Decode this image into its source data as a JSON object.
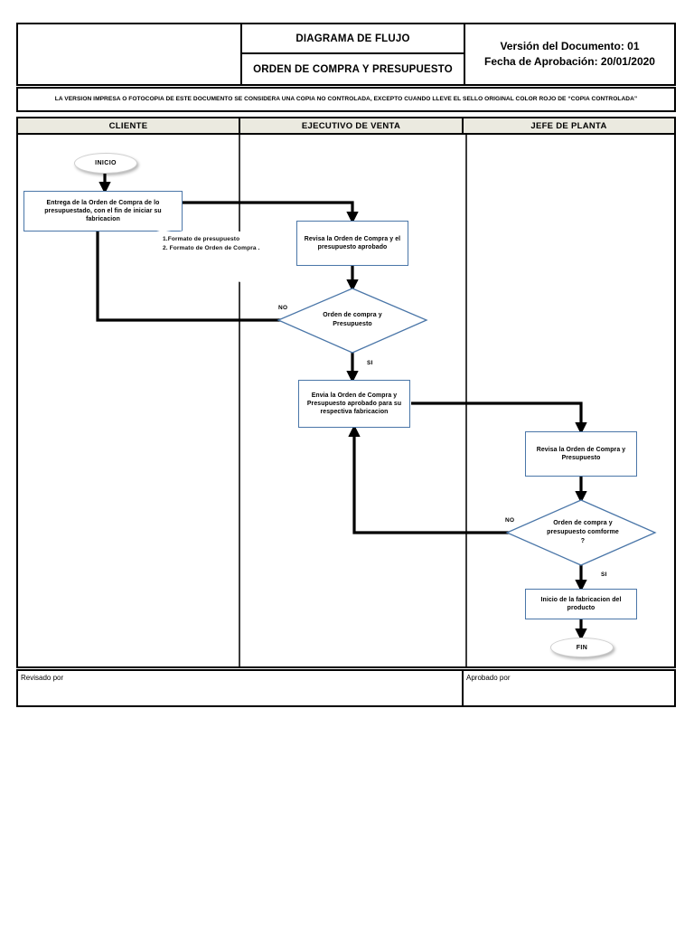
{
  "header": {
    "title_line1": "DIAGRAMA DE FLUJO",
    "title_line2": "ORDEN DE COMPRA Y PRESUPUESTO",
    "version_label": "Versión del Documento: 01",
    "date_label": "Fecha de Aprobación: 20/01/2020"
  },
  "disclaimer": "LA VERSION IMPRESA O FOTOCOPIA DE ESTE DOCUMENTO SE CONSIDERA UNA COPIA NO CONTROLADA, EXCEPTO CUANDO LLEVE EL SELLO ORIGINAL COLOR ROJO DE “COPIA CONTROLADA”",
  "lanes": [
    {
      "label": "CLIENTE"
    },
    {
      "label": "EJECUTIVO DE VENTA"
    },
    {
      "label": "JEFE DE PLANTA"
    }
  ],
  "flow": {
    "start": "INICIO",
    "end": "FIN",
    "n_entrega": "Entrega de la Orden de Compra de lo presupuestado, con el fin de iniciar su fabricacion",
    "note": "1.Formato de presupuesto\n2. Formato de Orden de Compra .",
    "n_revisa_oc": "Revisa la Orden de Compra y el presupuesto aprobado",
    "d_orden_presupuesto": "Orden de compra y Presupuesto",
    "n_envia": "Envia la Orden de Compra y Presupuesto aprobado para su respectiva fabricacion",
    "n_revisa_planta": "Revisa la Orden de Compra y Presupuesto",
    "d_conforme": "Orden de compra y presupuesto comforme ?",
    "n_inicio_fab": "Inicio de la fabricacion del producto",
    "label_no_1": "NO",
    "label_si_1": "SI",
    "label_no_2": "NO",
    "label_si_2": "SI"
  },
  "signoff": {
    "reviewed_by": "Revisado por",
    "approved_by": "Aprobado por"
  },
  "colors": {
    "node_border": "#4a76a8",
    "lane_header_bg": "#EBEAE0",
    "connector": "#000000"
  }
}
